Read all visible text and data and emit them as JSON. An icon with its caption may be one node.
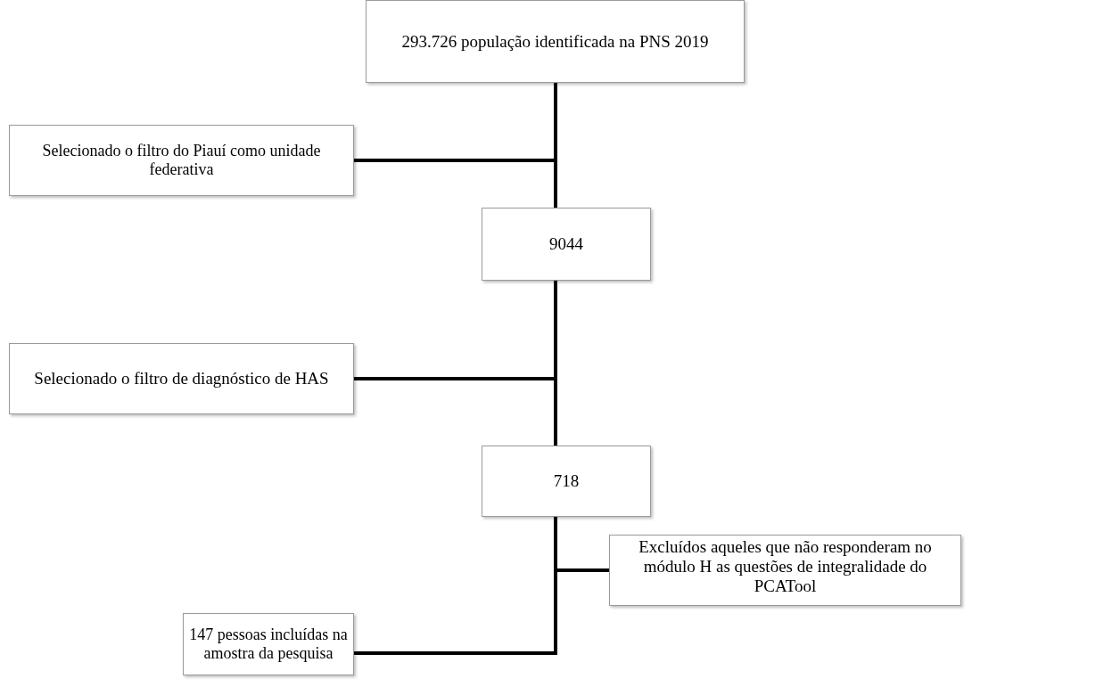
{
  "diagram": {
    "nodes": [
      {
        "text": [
          "293.726 população identificada na PNS 2019"
        ]
      },
      {
        "text": [
          "Selecionado o filtro do Piauí como unidade federativa"
        ]
      },
      {
        "text": [
          "9044"
        ]
      },
      {
        "text": [
          "Selecionado o filtro de diagnóstico de HAS"
        ]
      },
      {
        "text": [
          "718"
        ]
      },
      {
        "text": [
          "Excluídos aqueles que não responderam no módulo H as questões de integralidade do PCATool"
        ]
      },
      {
        "text": [
          "147 pessoas incluídas na amostra da pesquisa"
        ]
      }
    ],
    "edges": [
      {
        "from": 0,
        "to": 2,
        "arrow": "none"
      },
      {
        "from": 1,
        "to": 2,
        "arrow": "none"
      },
      {
        "from": 2,
        "to": 4,
        "arrow": "none"
      },
      {
        "from": 3,
        "to": 4,
        "arrow": "none"
      },
      {
        "from": 4,
        "to": 6,
        "arrow": "none"
      },
      {
        "from": 5,
        "to": 6,
        "arrow": "none"
      }
    ]
  }
}
